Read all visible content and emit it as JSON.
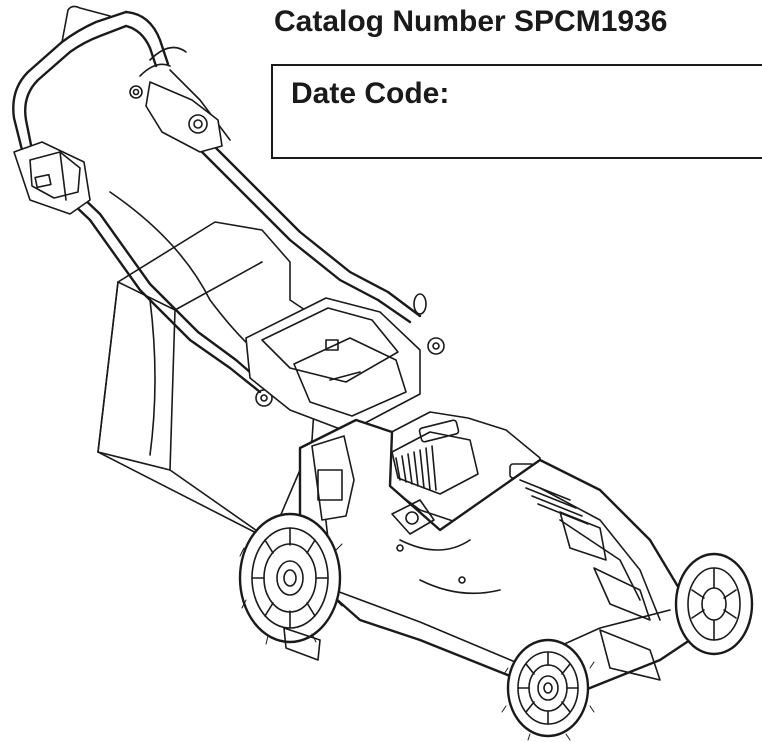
{
  "header": {
    "catalog_number": "Catalog Number SPCM1936"
  },
  "date_code": {
    "label": "Date Code:",
    "value": ""
  },
  "illustration": {
    "subject": "cordless lawn mower line drawing"
  },
  "colors": {
    "ink": "#1a1a1a",
    "background": "#ffffff"
  }
}
